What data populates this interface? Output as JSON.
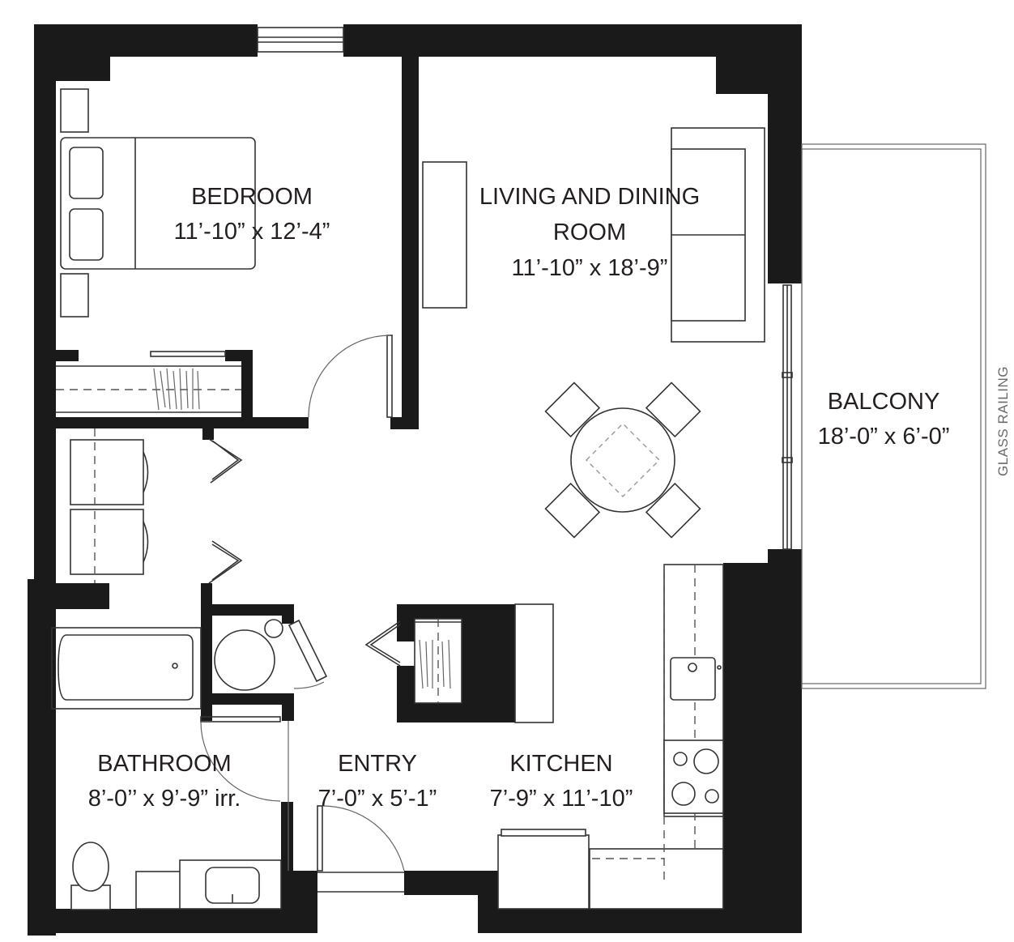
{
  "rooms": {
    "bedroom": {
      "name": "BEDROOM",
      "dims": "11’-10” x 12’-4”"
    },
    "living": {
      "name_line1": "LIVING AND DINING",
      "name_line2": "ROOM",
      "dims": "11’-10” x 18’-9”"
    },
    "balcony": {
      "name": "BALCONY",
      "dims": "18’-0” x 6’-0”"
    },
    "bathroom": {
      "name": "BATHROOM",
      "dims": "8’-0’’ x 9’-9” irr."
    },
    "entry": {
      "name": "ENTRY",
      "dims": "7’-0” x 5’-1”"
    },
    "kitchen": {
      "name": "KITCHEN",
      "dims": "7’-9” x 11’-10”"
    }
  },
  "annotations": {
    "glass_railing": "GLASS RAILING"
  },
  "colors": {
    "wall": "#1a1a1a",
    "line": "#333333",
    "text": "#231f20",
    "railing_text": "#6a6a6a"
  }
}
